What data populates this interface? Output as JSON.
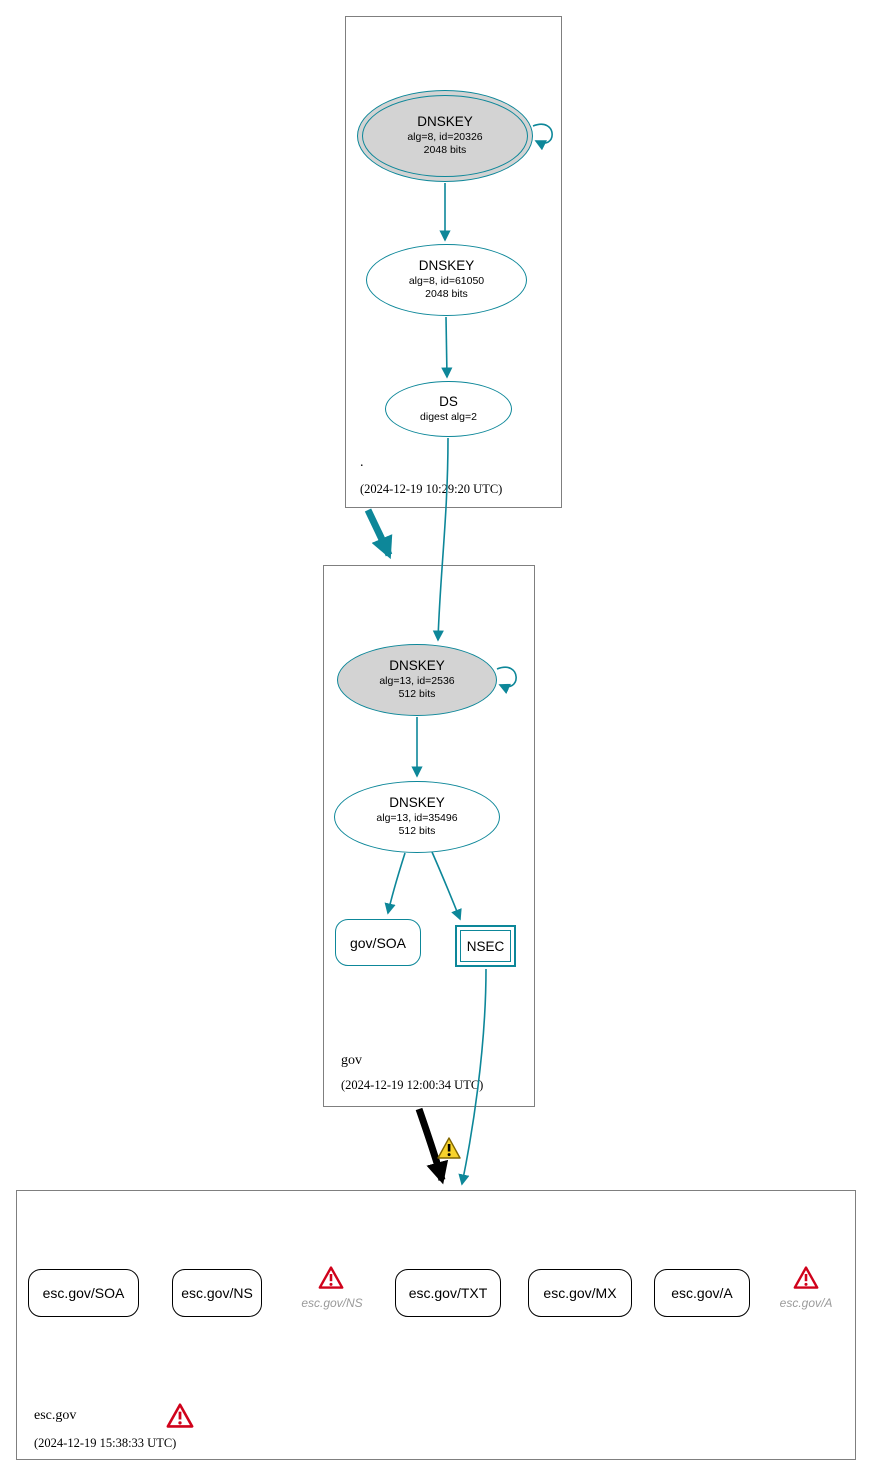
{
  "colors": {
    "teal": "#0d8799",
    "node_gray": "#d3d3d3",
    "warning_yellow": "#f8d32c",
    "error_red": "#d0021b",
    "border_gray": "#7f7f7f",
    "black": "#000000"
  },
  "zones": {
    "root": {
      "name": ".",
      "timestamp": "(2024-12-19 10:29:20 UTC)",
      "ksk": {
        "type": "DNSKEY",
        "line2": "alg=8, id=20326",
        "line3": "2048 bits"
      },
      "zsk": {
        "type": "DNSKEY",
        "line2": "alg=8, id=61050",
        "line3": "2048 bits"
      },
      "ds": {
        "type": "DS",
        "line2": "digest alg=2"
      }
    },
    "gov": {
      "name": "gov",
      "timestamp": "(2024-12-19 12:00:34 UTC)",
      "ksk": {
        "type": "DNSKEY",
        "line2": "alg=13, id=2536",
        "line3": "512 bits"
      },
      "zsk": {
        "type": "DNSKEY",
        "line2": "alg=13, id=35496",
        "line3": "512 bits"
      },
      "soa_label": "gov/SOA",
      "nsec_label": "NSEC"
    },
    "esc_gov": {
      "name": "esc.gov",
      "timestamp": "(2024-12-19 15:38:33 UTC)",
      "records": {
        "soa": "esc.gov/SOA",
        "ns": "esc.gov/NS",
        "txt": "esc.gov/TXT",
        "mx": "esc.gov/MX",
        "a": "esc.gov/A"
      },
      "errors": {
        "ns": "esc.gov/NS",
        "a": "esc.gov/A"
      }
    }
  }
}
